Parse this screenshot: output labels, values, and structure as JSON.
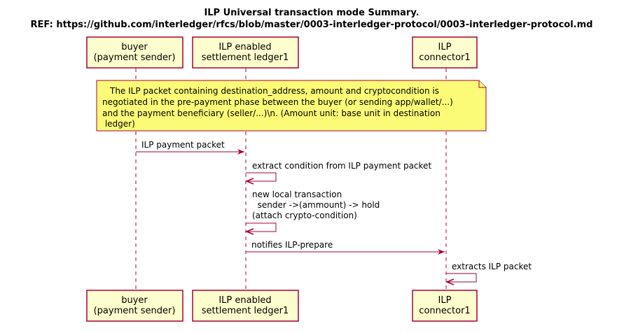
{
  "title": {
    "line1": "ILP Universal transaction mode Summary.",
    "line2": "REF: https://github.com/interledger/rfcs/blob/master/0003-interledger-protocol/0003-interledger-protocol.md"
  },
  "participants": [
    {
      "id": "buyer",
      "line1": "buyer",
      "line2": "(payment sender)"
    },
    {
      "id": "ledger",
      "line1": "ILP enabled",
      "line2": "settlement ledger1"
    },
    {
      "id": "connector",
      "line1": "ILP",
      "line2": "connector1"
    }
  ],
  "note": {
    "lines": [
      "The ILP packet containing destination_address, amount and cryptocondition is",
      "negotiated in the pre-payment phase between the buyer (or sending app/wallet/...)",
      "and the payment beneficiary (seller/...)\\n. (Amount unit: base unit in destination",
      " ledger)"
    ]
  },
  "messages": [
    {
      "from": "buyer",
      "to": "ledger",
      "lines": [
        "ILP payment packet"
      ]
    },
    {
      "from": "ledger",
      "to": "ledger",
      "lines": [
        "extract condition from ILP payment packet"
      ]
    },
    {
      "from": "ledger",
      "to": "ledger",
      "lines": [
        "new local transaction",
        "  sender ->(ammount) -> hold",
        "(attach crypto-condition)"
      ]
    },
    {
      "from": "ledger",
      "to": "connector",
      "lines": [
        "notifies ILP-prepare"
      ]
    },
    {
      "from": "connector",
      "to": "connector",
      "lines": [
        "extracts ILP packet"
      ]
    }
  ],
  "colors": {
    "participant_fill": "#FEFECE",
    "participant_border": "#A80036",
    "note_fill": "#FBFB77",
    "note_border": "#A80036",
    "arrow": "#A80036",
    "lifeline": "#A80036"
  }
}
